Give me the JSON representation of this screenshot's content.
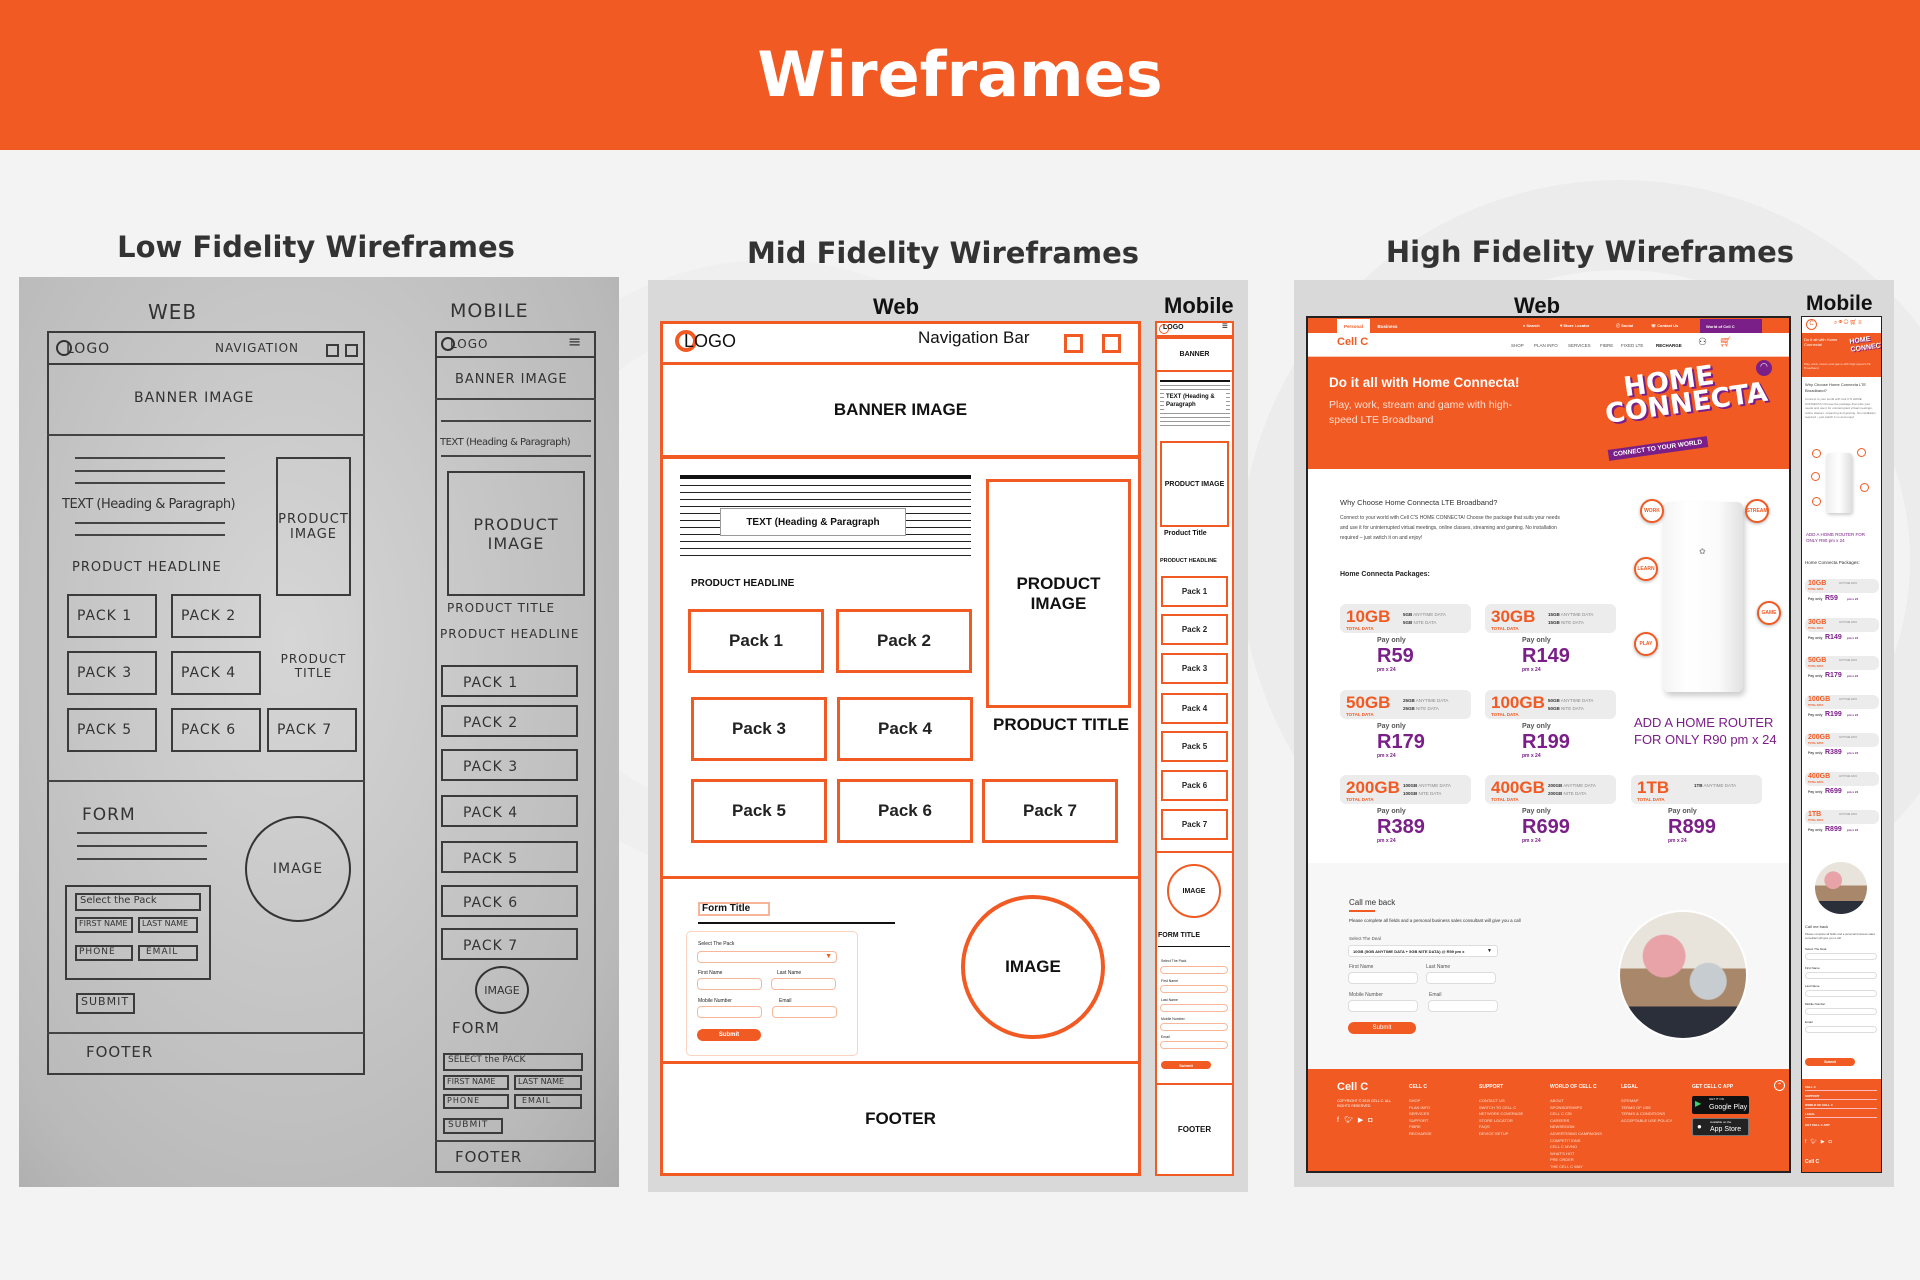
{
  "header": {
    "title": "Wireframes"
  },
  "sections": {
    "low": "Low Fidelity Wireframes",
    "mid": "Mid Fidelity Wireframes",
    "high": "High Fidelity Wireframes"
  },
  "low": {
    "web": "WEB",
    "mobile": "MOBILE",
    "logo": "LOGO",
    "nav": "NAVIGATION",
    "banner": "BANNER IMAGE",
    "text": "TEXT (Heading & Paragraph)",
    "m_text": "TEXT (Heading & Paragraph)",
    "product_image": "PRODUCT IMAGE",
    "product_headline": "PRODUCT HEADLINE",
    "product_title": "PRODUCT TITLE",
    "packs": [
      "PACK 1",
      "PACK 2",
      "PACK 3",
      "PACK 4",
      "PACK 5",
      "PACK 6",
      "PACK 7"
    ],
    "form": "FORM",
    "image": "IMAGE",
    "select": "Select the Pack",
    "m_select": "SELECT the PACK",
    "first": "FIRST NAME",
    "last": "LAST NAME",
    "phone": "PHONE",
    "email": "EMAIL",
    "submit": "SUBMIT",
    "footer": "FOOTER"
  },
  "mid": {
    "web": "Web",
    "mobile": "Mobile",
    "logo": "LOGO",
    "nav": "Navigation Bar",
    "banner": "BANNER IMAGE",
    "m_banner": "BANNER",
    "text": "TEXT (Heading & Paragraph",
    "product_headline": "PRODUCT HEADLINE",
    "product_image": "PRODUCT IMAGE",
    "product_title": "PRODUCT TITLE",
    "m_product_title": "Product Title",
    "packs": [
      "Pack 1",
      "Pack 2",
      "Pack 3",
      "Pack 4",
      "Pack 5",
      "Pack 6",
      "Pack 7"
    ],
    "form_title": "Form Title",
    "m_form_title": "FORM TITLE",
    "select": "Select The Pack",
    "first": "First Name",
    "last": "Last Name",
    "mobile_number": "Mobile Number",
    "email": "Email",
    "submit": "Submit",
    "image": "IMAGE",
    "footer": "FOOTER"
  },
  "high": {
    "web": "Web",
    "mobile": "Mobile",
    "tabs": [
      "Personal",
      "Business"
    ],
    "utilities": [
      "Search",
      "Store Locator",
      "Social",
      "Contact Us"
    ],
    "world": "World of Cell C",
    "logo": "Cell C",
    "nav": [
      "SHOP",
      "PLAN INFO",
      "SERVICES",
      "FIBRE",
      "FIXED LTE",
      "RECHARGE"
    ],
    "banner_heading": "Do it all with Home Connecta!",
    "banner_sub": "Play, work, stream and game with high-speed LTE Broadband",
    "brand_line1": "HOME",
    "brand_line2": "CONNECTA",
    "brand_tagline": "CONNECT TO YOUR WORLD",
    "why": "Why Choose Home Connecta LTE Broadband?",
    "para": "Connect to your world with Cell C'S HOME CONNECTA! Choose the package that suits your needs and use it for uninterrupted virtual meetings, online classes, streaming and gaming. No installation required – just switch it on and enjoy!",
    "packages_label": "Home Connecta Packages:",
    "pay_only": "Pay only",
    "pm": "pm x 24",
    "total_label": "TOTAL DATA",
    "anytime": "ANYTIME DATA",
    "nite": "NITE DATA",
    "packages": [
      {
        "total": "10GB",
        "anytime": "5GB",
        "nite": "5GB",
        "price": "R59"
      },
      {
        "total": "30GB",
        "anytime": "15GB",
        "nite": "15GB",
        "price": "R149"
      },
      {
        "total": "50GB",
        "anytime": "25GB",
        "nite": "25GB",
        "price": "R179"
      },
      {
        "total": "100GB",
        "anytime": "50GB",
        "nite": "50GB",
        "price": "R199"
      },
      {
        "total": "200GB",
        "anytime": "100GB",
        "nite": "100GB",
        "price": "R389"
      },
      {
        "total": "400GB",
        "anytime": "200GB",
        "nite": "200GB",
        "price": "R699"
      },
      {
        "total": "1TB",
        "anytime": "1TB",
        "nite": null,
        "price": "R899"
      }
    ],
    "badges": [
      "WORK",
      "STREAM",
      "LEARN",
      "GAME",
      "PLAY"
    ],
    "router_offer": "ADD A HOME ROUTER FOR ONLY R90 pm x 24",
    "callback": {
      "title": "Call me back",
      "sub": "Please complete all fields and a personal business sales consultant will give you a call",
      "select_label": "Select The Deal",
      "select_value": "10GB (5GB ANYTIME DATA + 5GB NITE DATA) @ R59 pm x",
      "first": "First Name",
      "last": "Last Name",
      "mobile": "Mobile Number",
      "email": "Email",
      "submit": "Submit"
    },
    "footer": {
      "copyright": "COPYRIGHT © 2019 CELL C. ALL RIGHTS RESERVED",
      "columns": [
        {
          "heading": "CELL C",
          "items": [
            "SHOP",
            "PLAN INFO",
            "SERVICES",
            "SUPPORT",
            "FIBRE",
            "RECHARGE"
          ]
        },
        {
          "heading": "SUPPORT",
          "items": [
            "CONTACT US",
            "SWITCH TO CELL C",
            "NETWORK COVERAGE",
            "STORE LOCATOR",
            "FAQS",
            "DEVICE SETUP"
          ]
        },
        {
          "heading": "WORLD OF CELL C",
          "items": [
            "ABOUT",
            "SPONSORSHIPS",
            "CELL C CSI",
            "CAREERS",
            "NEWSROOM",
            "ADVERTISING CAMPAIGNS",
            "COMPETITIONS",
            "CELL C MVNO",
            "WHAT'S HOT",
            "PRE ORDER",
            "THE CELL C WAY"
          ]
        },
        {
          "heading": "LEGAL",
          "items": [
            "SITEMAP",
            "TERMS OF USE",
            "TERMS & CONDITIONS",
            "ACCEPTABLE USE POLICY"
          ]
        }
      ],
      "app_heading": "GET CELL C APP",
      "google_small": "GET IT ON",
      "google": "Google Play",
      "apple_small": "Available on the",
      "apple": "App Store"
    }
  },
  "colors": {
    "accent": "#f15a22",
    "purple": "#7a1f87"
  }
}
